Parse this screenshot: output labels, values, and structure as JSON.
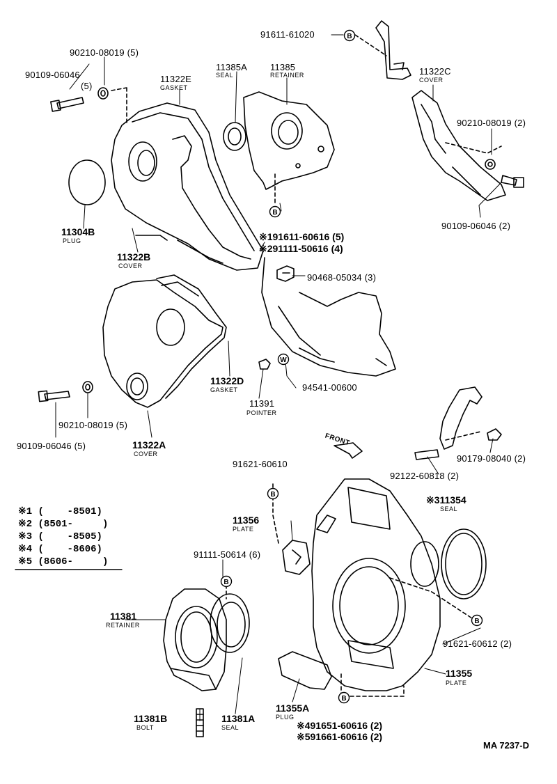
{
  "parts": {
    "p1": {
      "number": "91611-61020"
    },
    "p2": {
      "number": "90210-08019 (5)"
    },
    "p3": {
      "number": "90109-06046",
      "qty": "(5)"
    },
    "p4": {
      "number": "11322E",
      "name": "GASKET"
    },
    "p5": {
      "number": "11385A",
      "name": "SEAL"
    },
    "p6": {
      "number": "11385",
      "name": "RETAINER"
    },
    "p7": {
      "number": "11322C",
      "name": "COVER"
    },
    "p8": {
      "number": "90210-08019 (2)"
    },
    "p9": {
      "number": "90109-06046 (2)"
    },
    "p10": {
      "number": "11304B",
      "name": "PLUG"
    },
    "p11": {
      "number": "11322B",
      "name": "COVER"
    },
    "p12": {
      "number": "※191611-60616 (5)"
    },
    "p13": {
      "number": "※291111-50616 (4)"
    },
    "p14": {
      "number": "90468-05034 (3)"
    },
    "p15": {
      "number": "11322D",
      "name": "GASKET"
    },
    "p16": {
      "number": "11391",
      "name": "POINTER"
    },
    "p17": {
      "number": "94541-00600"
    },
    "p18": {
      "number": "90109-06046 (5)"
    },
    "p19": {
      "number": "90210-08019 (5)"
    },
    "p20": {
      "number": "11322A",
      "name": "COVER"
    },
    "p21": {
      "number": "92122-60818 (2)"
    },
    "p22": {
      "number": "90179-08040 (2)"
    },
    "p23": {
      "number": "91621-60610"
    },
    "p24": {
      "number": "※311354",
      "name": "SEAL"
    },
    "p25": {
      "number": "11356",
      "name": "PLATE"
    },
    "p26": {
      "number": "91111-50614 (6)"
    },
    "p27": {
      "number": "11381",
      "name": "RETAINER"
    },
    "p28": {
      "number": "91621-60612 (2)"
    },
    "p29": {
      "number": "11355",
      "name": "PLATE"
    },
    "p30": {
      "number": "11355A",
      "name": "PLUG"
    },
    "p31": {
      "number": "※491651-60616 (2)"
    },
    "p32": {
      "number": "※591661-60616 (2)"
    },
    "p33": {
      "number": "11381B",
      "name": "BOLT"
    },
    "p34": {
      "number": "11381A",
      "name": "SEAL"
    }
  },
  "front_label": "FRONT",
  "mark_b": "B",
  "mark_w": "W",
  "legend": [
    "※1 (    -8501)",
    "※2 (8501-     )",
    "※3 (    -8505)",
    "※4 (    -8606)",
    "※5 (8606-     )"
  ],
  "diagram_code": "MA 7237-D"
}
